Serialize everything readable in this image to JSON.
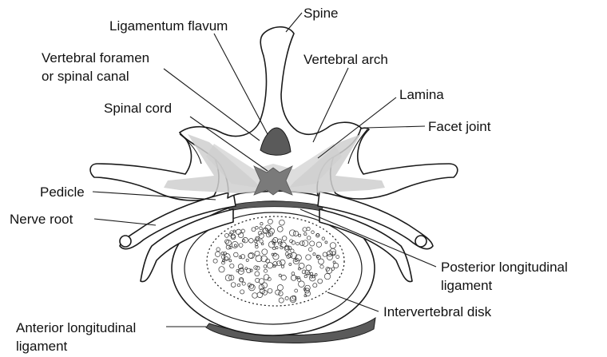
{
  "labels": {
    "spine": "Spine",
    "ligamentum_flavum": "Ligamentum flavum",
    "vertebral_foramen_line1": "Vertebral foramen",
    "vertebral_foramen_line2": "or spinal canal",
    "vertebral_arch": "Vertebral arch",
    "lamina": "Lamina",
    "spinal_cord": "Spinal cord",
    "facet_joint": "Facet joint",
    "pedicle": "Pedicle",
    "nerve_root": "Nerve root",
    "posterior_longitudinal_line1": "Posterior longitudinal",
    "posterior_longitudinal_line2": "ligament",
    "intervertebral_disk": "Intervertebral disk",
    "anterior_longitudinal_line1": "Anterior longitudinal",
    "anterior_longitudinal_line2": "ligament"
  },
  "colors": {
    "outline": "#1a1a1a",
    "shading": "#cfcfcf",
    "ligament": "#5a5a5a",
    "cord_x": "#7a7a7a"
  }
}
